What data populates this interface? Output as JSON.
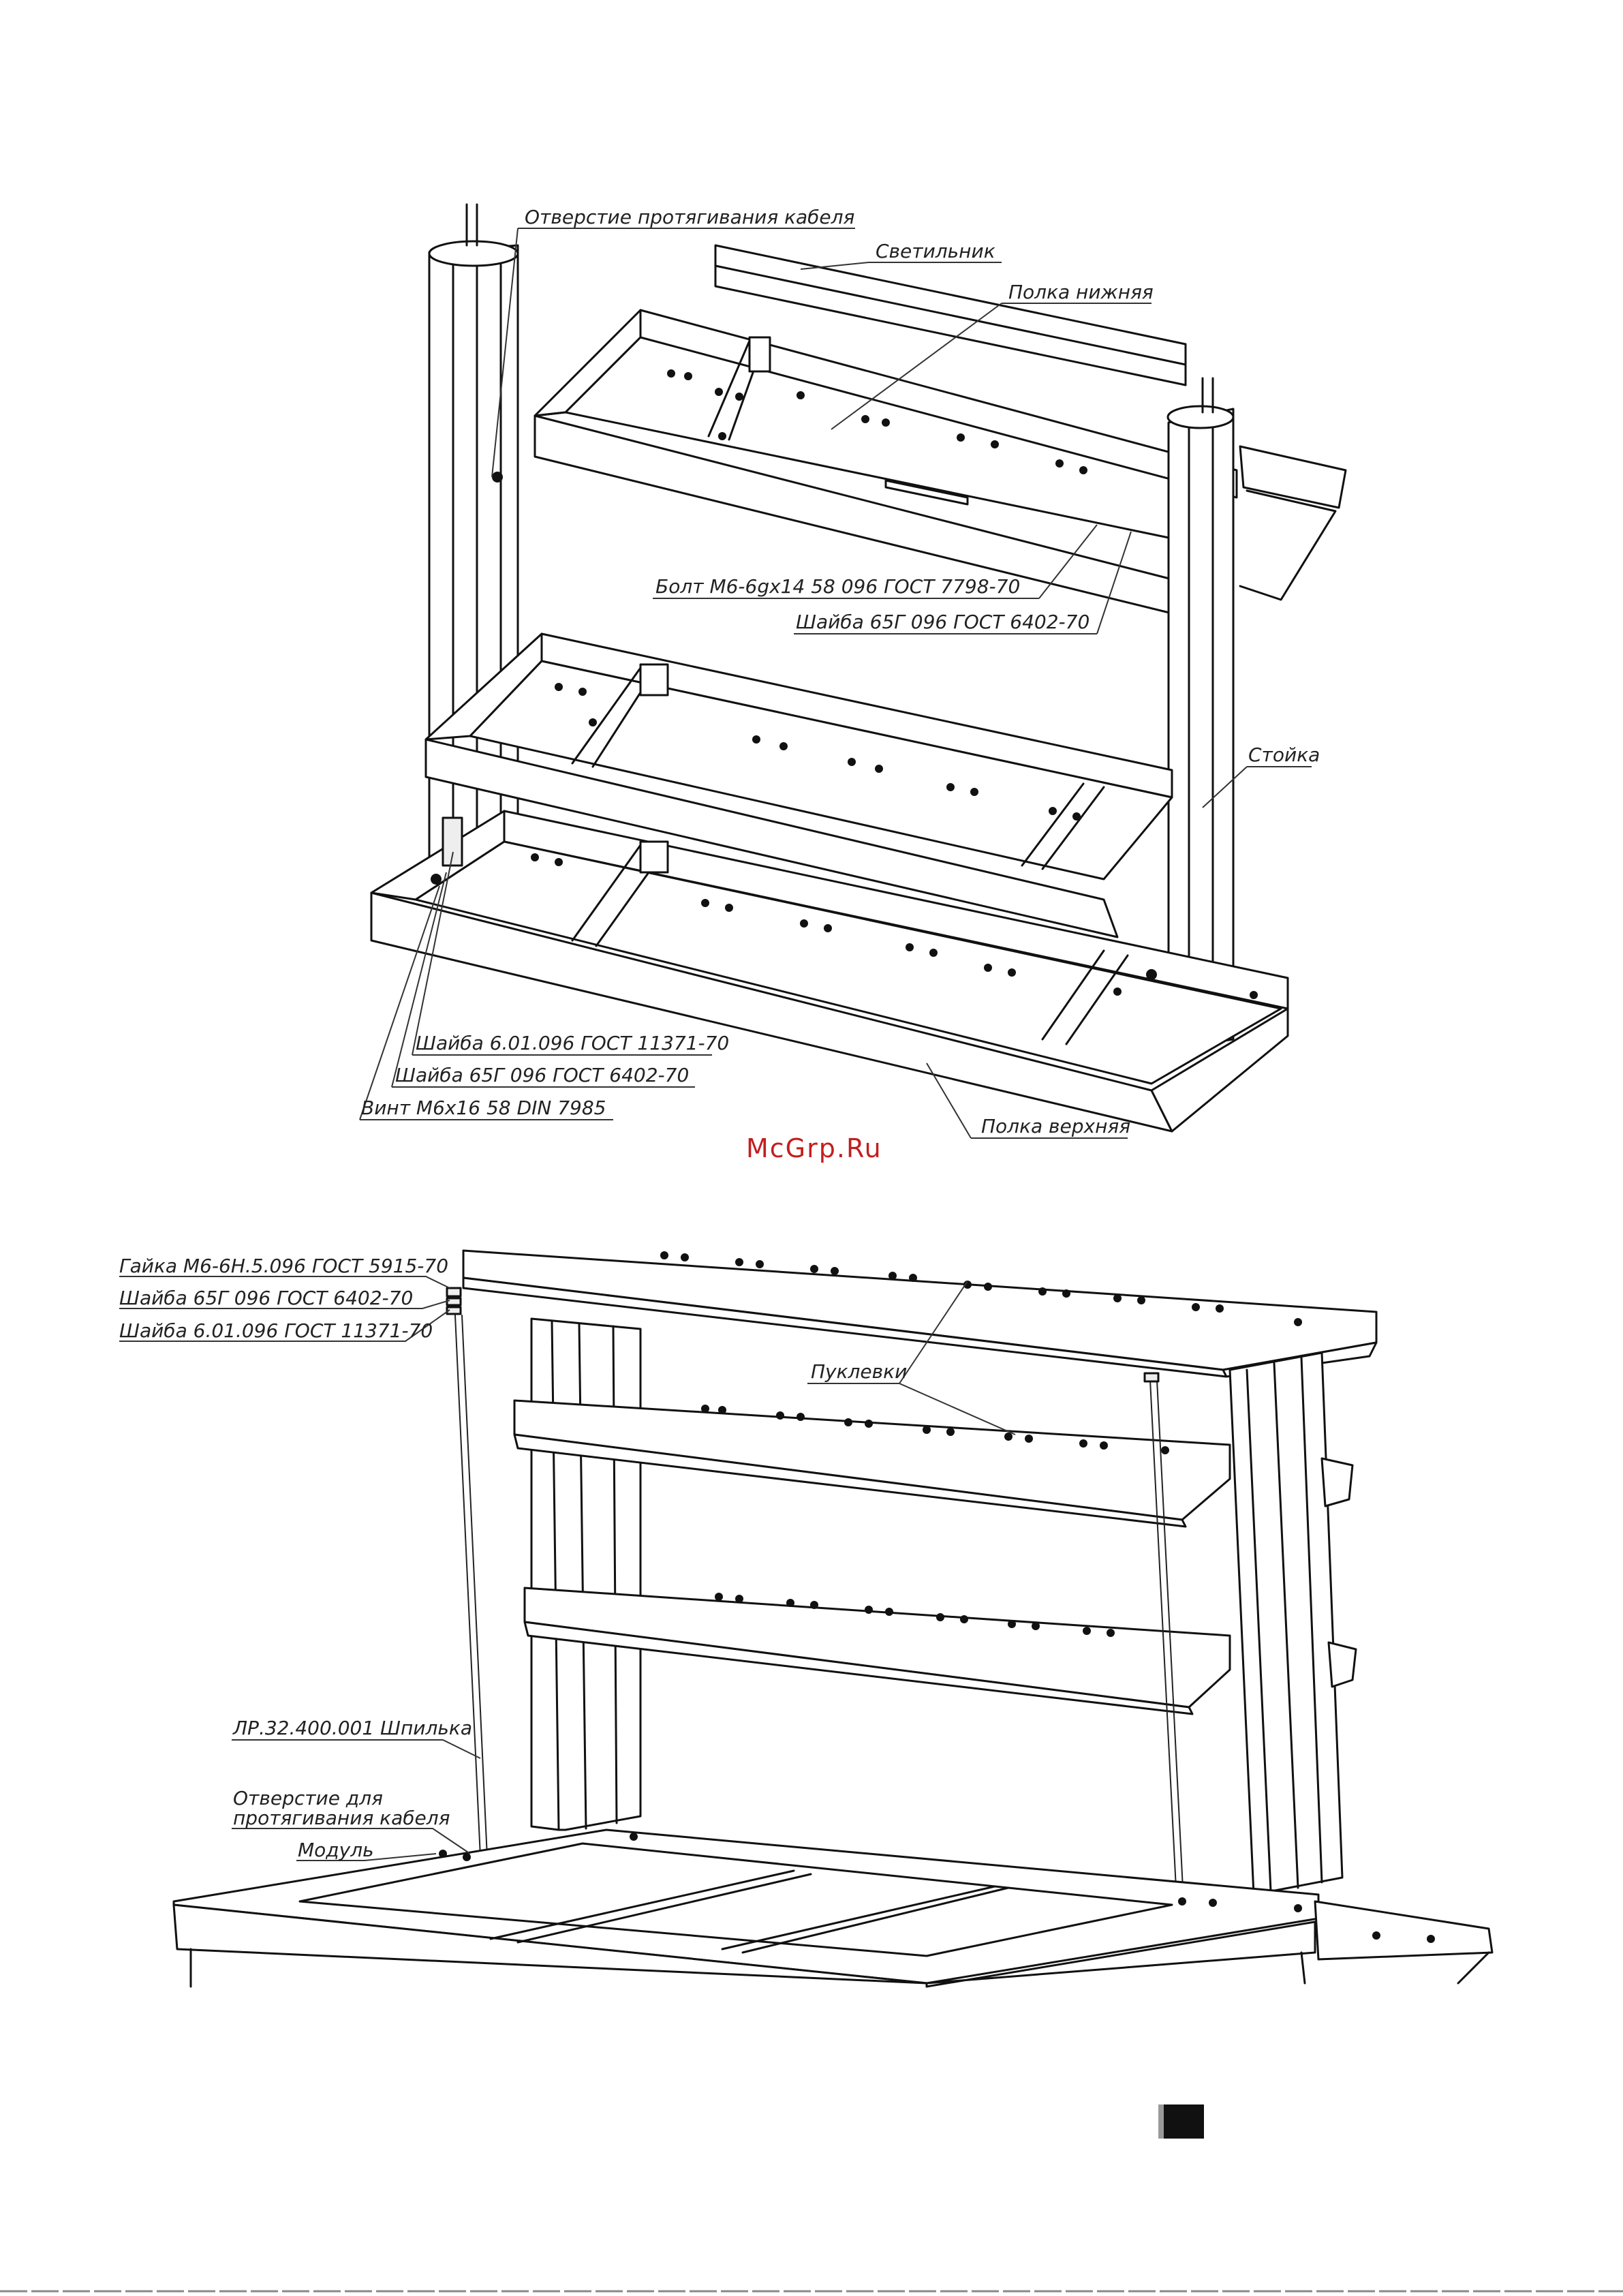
{
  "watermark": "McGrp.Ru",
  "colors": {
    "ink": "#111111",
    "watermark": "#c41e1e",
    "background": "#ffffff"
  },
  "figure_top": {
    "labels": {
      "cable_hole": "Отверстие протягивания кабеля",
      "lamp": "Светильник",
      "lower_shelf": "Полка нижняя",
      "bolt": "Болт М6-6gx14 58 096 ГОСТ 7798-70",
      "washer_spring": "Шайба 65Г 096 ГОСТ 6402-70",
      "post": "Стойка",
      "washer_flat": "Шайба 6.01.096 ГОСТ 11371-70",
      "washer_spring_2": "Шайба 65Г 096 ГОСТ 6402-70",
      "screw": "Винт М6х16 58 DIN 7985",
      "upper_shelf": "Полка верхняя"
    }
  },
  "figure_bottom": {
    "labels": {
      "nut": "Гайка М6-6Н.5.096 ГОСТ 5915-70",
      "washer_spring": "Шайба 65Г 096 ГОСТ 6402-70",
      "washer_flat": "Шайба 6.01.096 ГОСТ 11371-70",
      "punches": "Пуклевки",
      "stud": "ЛР.32.400.001 Шпилька",
      "cable_hole_line1": "Отверстие для",
      "cable_hole_line2": "протягивания кабеля",
      "module": "Модуль"
    }
  }
}
